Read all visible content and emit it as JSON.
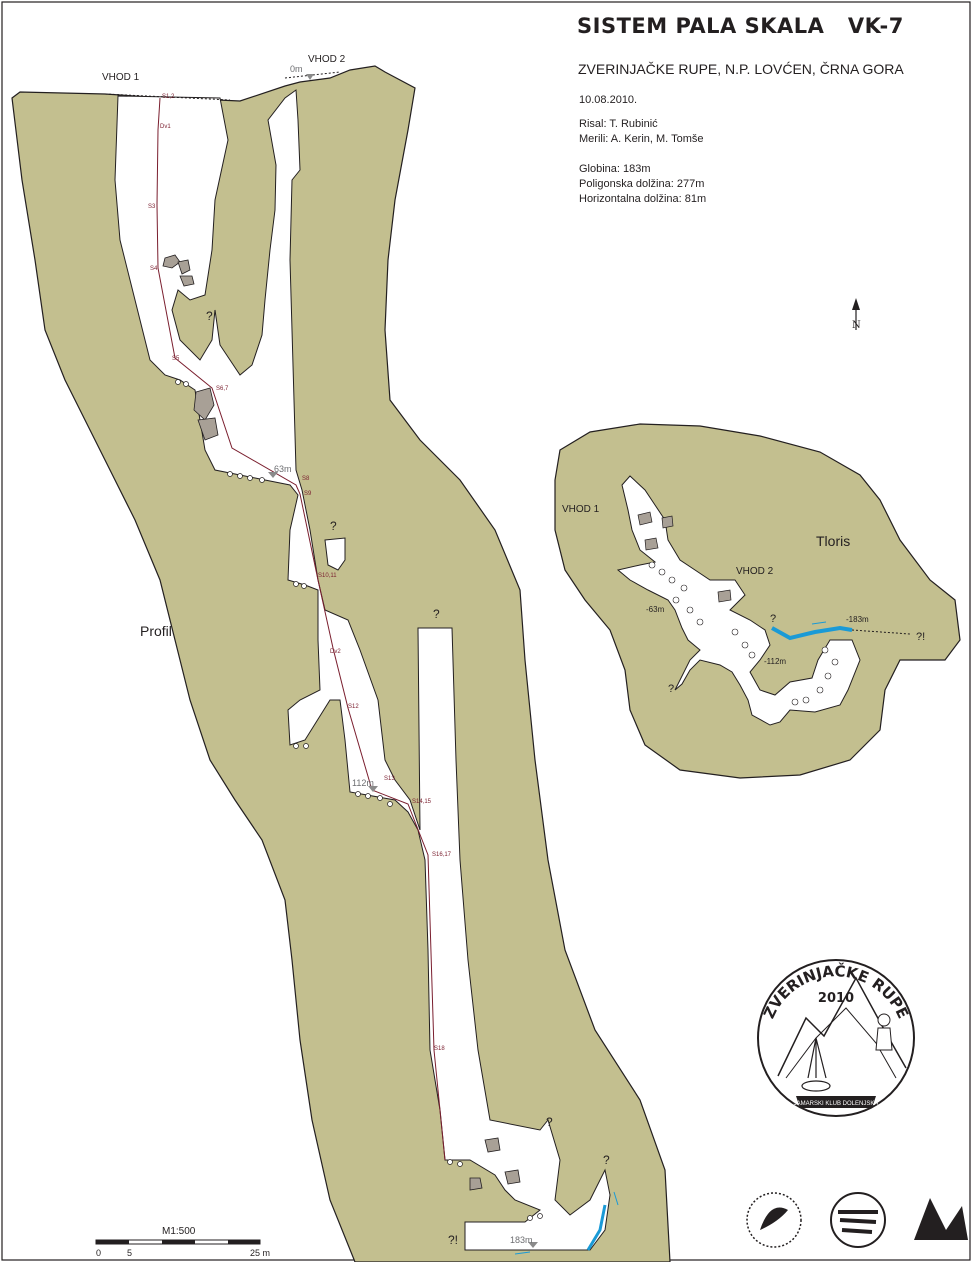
{
  "header": {
    "title": "SISTEM PALA SKALA   VK-7",
    "subtitle": "ZVERINJAČKE RUPE, N.P. LOVĆEN, ČRNA GORA",
    "date": "10.08.2010."
  },
  "credits": {
    "drawn_by": "Risal: T. Rubinić",
    "surveyed_by": "Merili: A. Kerin, M. Tomše"
  },
  "stats": {
    "depth": "Globina: 183m",
    "polygon_length": "Poligonska dolžina: 277m",
    "horizontal_length": "Horizontalna dolžina: 81m"
  },
  "north_arrow": {
    "label": "N"
  },
  "profile": {
    "label": "Profil",
    "entrance1": "VHOD 1",
    "entrance2": "VHOD 2",
    "depths": [
      "0m",
      "63m",
      "112m",
      "183m"
    ],
    "stations": [
      "S1,2",
      "Dv1",
      "S3",
      "S4",
      "S5",
      "S6,7",
      "S8",
      "S9",
      "S10,11",
      "Dv2",
      "S12",
      "S13",
      "S14,15",
      "S16,17",
      "S18"
    ],
    "unknown_marks": [
      "?",
      "?",
      "?",
      "?",
      "?",
      "?!"
    ]
  },
  "plan": {
    "label": "Tloris",
    "entrance1": "VHOD 1",
    "entrance2": "VHOD 2",
    "depths": [
      "-63m",
      "-112m",
      "-183m"
    ],
    "unknown_marks": [
      "?",
      "?",
      "?!"
    ]
  },
  "scale": {
    "ratio": "M1:500",
    "ticks": [
      "0",
      "5",
      "25 m"
    ]
  },
  "logo": {
    "arc_text": "ZVERINJAČKE RUPE",
    "year": "2010",
    "banner": "JAMARSKI KLUB DOLENJSKA"
  },
  "colors": {
    "rock": "#c3bf8f",
    "passage": "#ffffff",
    "survey_line": "#7a1e2e",
    "boulder": "#a8a096",
    "water": "#1a9ad6",
    "ink": "#231f20"
  }
}
